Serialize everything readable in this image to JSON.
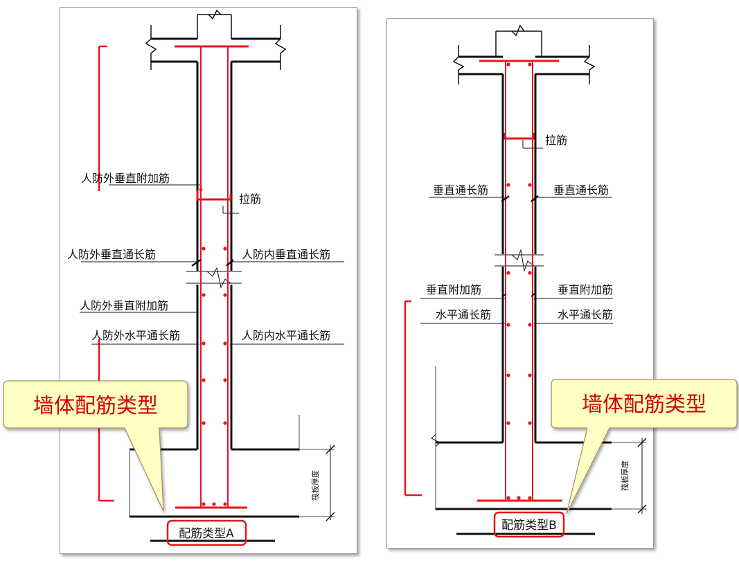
{
  "colors": {
    "rebar": "#e8141c",
    "concrete": "#111111",
    "callout_fill": "#ffffc4",
    "callout_text": "#d40000",
    "callout_border": "#a09060"
  },
  "diagram_a": {
    "labels": {
      "vert_add_top": "人防外垂直附加筋",
      "tie": "拉筋",
      "outer_vert_long": "人防外垂直通长筋",
      "inner_vert_long": "人防内垂直通长筋",
      "vert_add_bottom": "人防外垂直附加筋",
      "outer_horiz": "人防外水平通长筋",
      "inner_horiz": "人防内水平通长筋",
      "raft_thickness": "筏板厚度"
    },
    "caption": "配筋类型A",
    "callout": "墙体配筋类型"
  },
  "diagram_b": {
    "labels": {
      "tie": "拉筋",
      "vert_long_left": "垂直通长筋",
      "vert_long_right": "垂直通长筋",
      "vert_add_left": "垂直附加筋",
      "vert_add_right": "垂直附加筋",
      "horiz_left": "水平通长筋",
      "horiz_right": "水平通长筋",
      "raft_thickness": "筏板厚度"
    },
    "caption": "配筋类型B",
    "callout": "墙体配筋类型"
  }
}
